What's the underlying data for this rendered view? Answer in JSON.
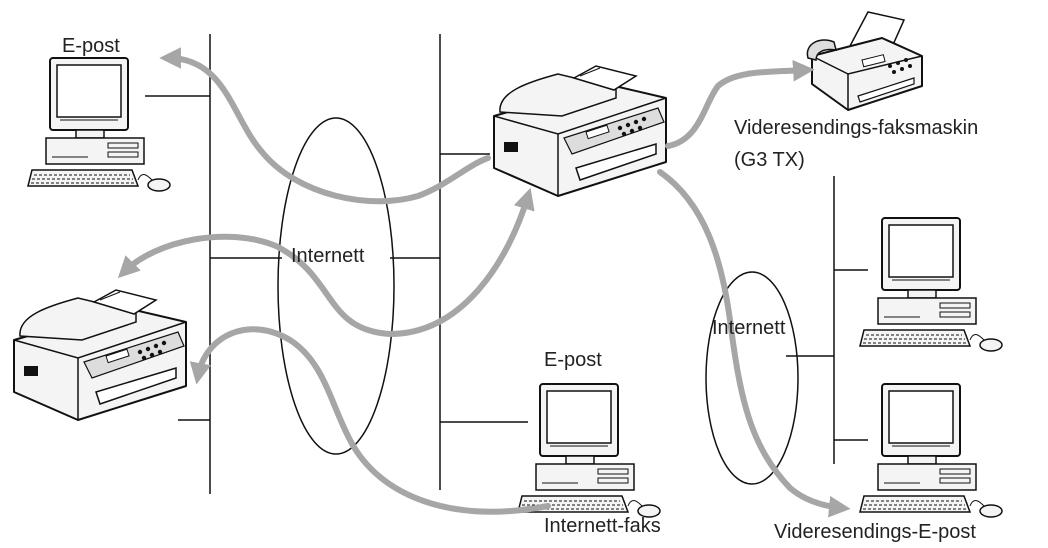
{
  "labels": {
    "email_top_left": "E-post",
    "internet_main": "Internett",
    "forward_fax_line1": "Videresendings-faksmaskin",
    "forward_fax_line2": "(G3 TX)",
    "internet_right": "Internett",
    "email_bottom_center": "E-post",
    "internet_fax": "Internett-faks",
    "forward_email": "Videresendings-E-post"
  },
  "icons": {
    "computer": "computer-icon",
    "mfc_printer": "mfc-printer-icon",
    "fax": "fax-machine-icon"
  },
  "colors": {
    "line": "#111111",
    "flow_arrow": "#a6a6a6",
    "device_body": "#f4f4f4",
    "screen": "#ffffff"
  }
}
